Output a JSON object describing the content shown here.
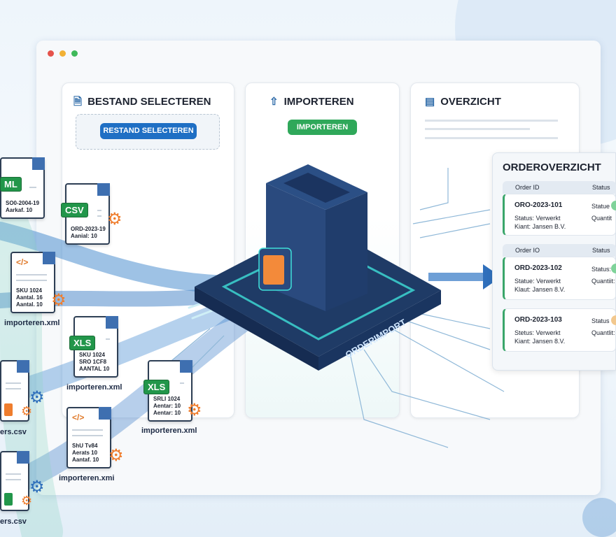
{
  "window": {
    "dot_colors": [
      "#e5534b",
      "#f2b134",
      "#3fb95a"
    ]
  },
  "panels": [
    {
      "title": "BESTAND SELECTEREN",
      "icon": "document-icon",
      "button": "RESTAND SELECTEREN",
      "button_color": "#1f6fc4"
    },
    {
      "title": "IMPORTEREN",
      "icon": "upload-icon",
      "button": "IMPORTEREN",
      "button_color": "#2fa85a"
    },
    {
      "title": "OVERZICHT",
      "icon": "list-icon"
    }
  ],
  "server": {
    "label": "ORDERIMPORT"
  },
  "order_overview": {
    "title": "ORDEROVERZICHT",
    "orders": [
      {
        "header_id": "Order ID",
        "header_status": "Status",
        "id": "ORO-2023-101",
        "status_label": "Statue",
        "status_color": "#7fd39a",
        "line1": "Status: Verwerkt",
        "line2": "Kiant: Jansen B.V.",
        "quantity": "Quantit"
      },
      {
        "header_id": "Order IO",
        "header_status": "Status",
        "id": "ORD-2023-102",
        "status_label": "Status:",
        "status_color": "#7fd39a",
        "line1": "Statue: Verwerkt",
        "line2": "Klaut: Jansen 8.V.",
        "quantity": "Quantiit:"
      },
      {
        "id": "ORD-2023-103",
        "status_label": "Status",
        "status_color": "#f2c88e",
        "line1": "Stetus: Verwerkt",
        "line2": "Kiant: Jansen 8.V.",
        "quantity": "Quantlit:"
      }
    ]
  },
  "files": [
    {
      "tag": "ML",
      "lines": [
        "SO0-2004-19",
        "Aarkaf. 10"
      ]
    },
    {
      "tag": "CSV",
      "lines": [
        "ORD-2023-19",
        "Aanial: 10"
      ]
    },
    {
      "code": "</>",
      "lines": [
        "SKU 1024",
        "Aantal. 16",
        "Aantal. 10"
      ],
      "caption": "importeren.xml"
    },
    {
      "tag": "XLS",
      "lines": [
        "SKU 1024",
        "SRO 1CF8",
        "AANTAL 10"
      ],
      "caption": "importeren.xml"
    },
    {
      "tag": "XLS",
      "lines": [
        "SRLI 1024",
        "Aentar: 10",
        "Aentar: 10"
      ],
      "caption": "importeren.xml"
    },
    {
      "code": "</>",
      "lines": [
        "ShU Tv84",
        "Aerats 10",
        "Aantaf. 10"
      ],
      "caption": "importeren.xmi"
    },
    {
      "caption": "ers.csv"
    },
    {
      "caption": "ers.csv"
    }
  ]
}
